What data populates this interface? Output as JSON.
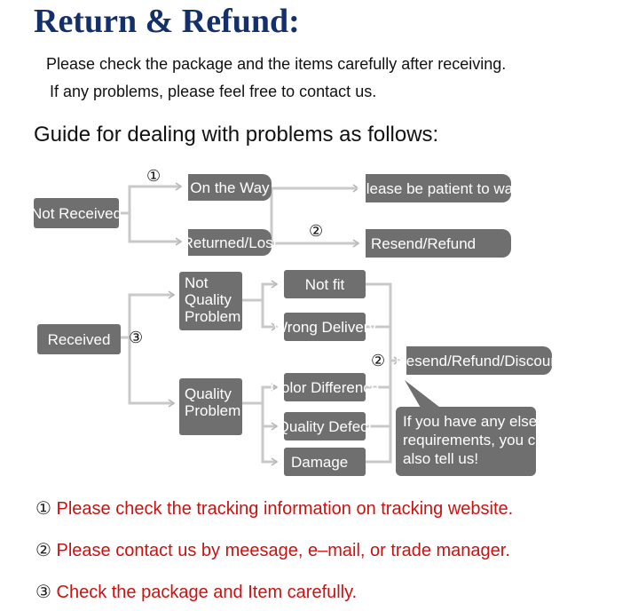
{
  "header": {
    "title": "Return & Refund:",
    "intro_line1": "Please check the package and the items carefully after receiving.",
    "intro_line2": "If any problems, please feel free to contact us.",
    "guide": "Guide for dealing with problems as follows:"
  },
  "flow": {
    "not_received": "Not Received",
    "on_the_way": "On the Way",
    "returned_lost": "Returned/Lost",
    "patient_wait": "Please be patient to wait",
    "resend_refund": "Resend/Refund",
    "received": "Received",
    "not_quality_line1": "Not",
    "not_quality_line2": "Quality",
    "not_quality_line3": "Problem",
    "quality_line1": "Quality",
    "quality_line2": "Problem",
    "not_fit": "Not fit",
    "wrong_delivery": "Wrong Delivery",
    "color_difference": "Color Difference",
    "quality_defect": "Quality Defect",
    "damage": "Damage",
    "resend_refund_discount": "Resend/Refund/Discount",
    "bubble_line1": "If you have any else",
    "bubble_line2": "requirements, you could",
    "bubble_line3": "also tell us!",
    "marker_1": "①",
    "marker_2": "②",
    "marker_3": "③"
  },
  "notes": [
    {
      "num": "①",
      "text": "Please check the tracking information on tracking website."
    },
    {
      "num": "②",
      "text": "Please contact us by meesage, e–mail, or trade manager."
    },
    {
      "num": "③",
      "text": "Check the package and Item carefully."
    }
  ],
  "colors": {
    "title": "#14306a",
    "box": "#6f6f6f",
    "note_text": "#cc1111",
    "connector": "#c9c9c9"
  }
}
